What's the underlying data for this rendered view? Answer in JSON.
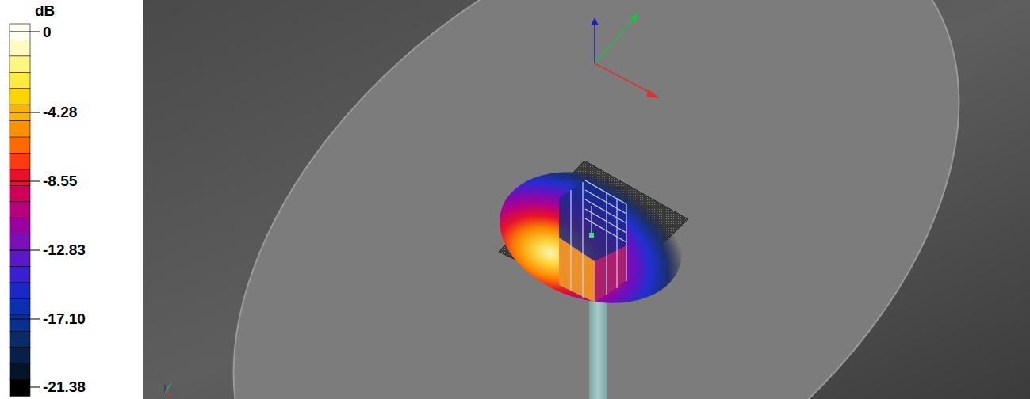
{
  "diagram": {
    "labels": [
      "dB",
      "0",
      "-4.28",
      "-8.55",
      "-12.83",
      "-17.10",
      "-21.38"
    ]
  }
}
